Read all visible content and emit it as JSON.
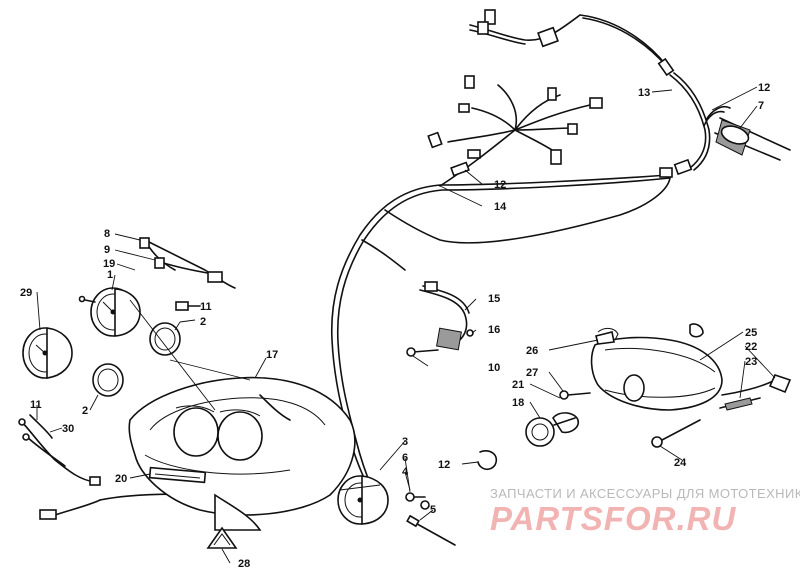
{
  "callouts": [
    {
      "id": "1",
      "label": "1"
    },
    {
      "id": "2a",
      "label": "2"
    },
    {
      "id": "2b",
      "label": "2"
    },
    {
      "id": "3",
      "label": "3"
    },
    {
      "id": "4",
      "label": "4"
    },
    {
      "id": "5",
      "label": "5"
    },
    {
      "id": "6",
      "label": "6"
    },
    {
      "id": "7",
      "label": "7"
    },
    {
      "id": "8",
      "label": "8"
    },
    {
      "id": "9",
      "label": "9"
    },
    {
      "id": "10",
      "label": "10"
    },
    {
      "id": "11a",
      "label": "11"
    },
    {
      "id": "11b",
      "label": "11"
    },
    {
      "id": "12a",
      "label": "12"
    },
    {
      "id": "12b",
      "label": "12"
    },
    {
      "id": "12c",
      "label": "12"
    },
    {
      "id": "13",
      "label": "13"
    },
    {
      "id": "14",
      "label": "14"
    },
    {
      "id": "15",
      "label": "15"
    },
    {
      "id": "16",
      "label": "16"
    },
    {
      "id": "17",
      "label": "17"
    },
    {
      "id": "18",
      "label": "18"
    },
    {
      "id": "19",
      "label": "19"
    },
    {
      "id": "20",
      "label": "20"
    },
    {
      "id": "21",
      "label": "21"
    },
    {
      "id": "22",
      "label": "22"
    },
    {
      "id": "23",
      "label": "23"
    },
    {
      "id": "24",
      "label": "24"
    },
    {
      "id": "25",
      "label": "25"
    },
    {
      "id": "26",
      "label": "26"
    },
    {
      "id": "27",
      "label": "27"
    },
    {
      "id": "28",
      "label": "28"
    },
    {
      "id": "29",
      "label": "29"
    },
    {
      "id": "30",
      "label": "30"
    }
  ],
  "watermark": {
    "tagline": "ЗАПЧАСТИ И АКСЕССУАРЫ ДЛЯ МОТОТЕХНИКИ",
    "brand": "PARTSFOR.RU"
  },
  "colors": {
    "line": "#111111",
    "background": "#ffffff",
    "watermark_brand": "#f2b3b3",
    "watermark_tagline": "#b9b9b9"
  }
}
